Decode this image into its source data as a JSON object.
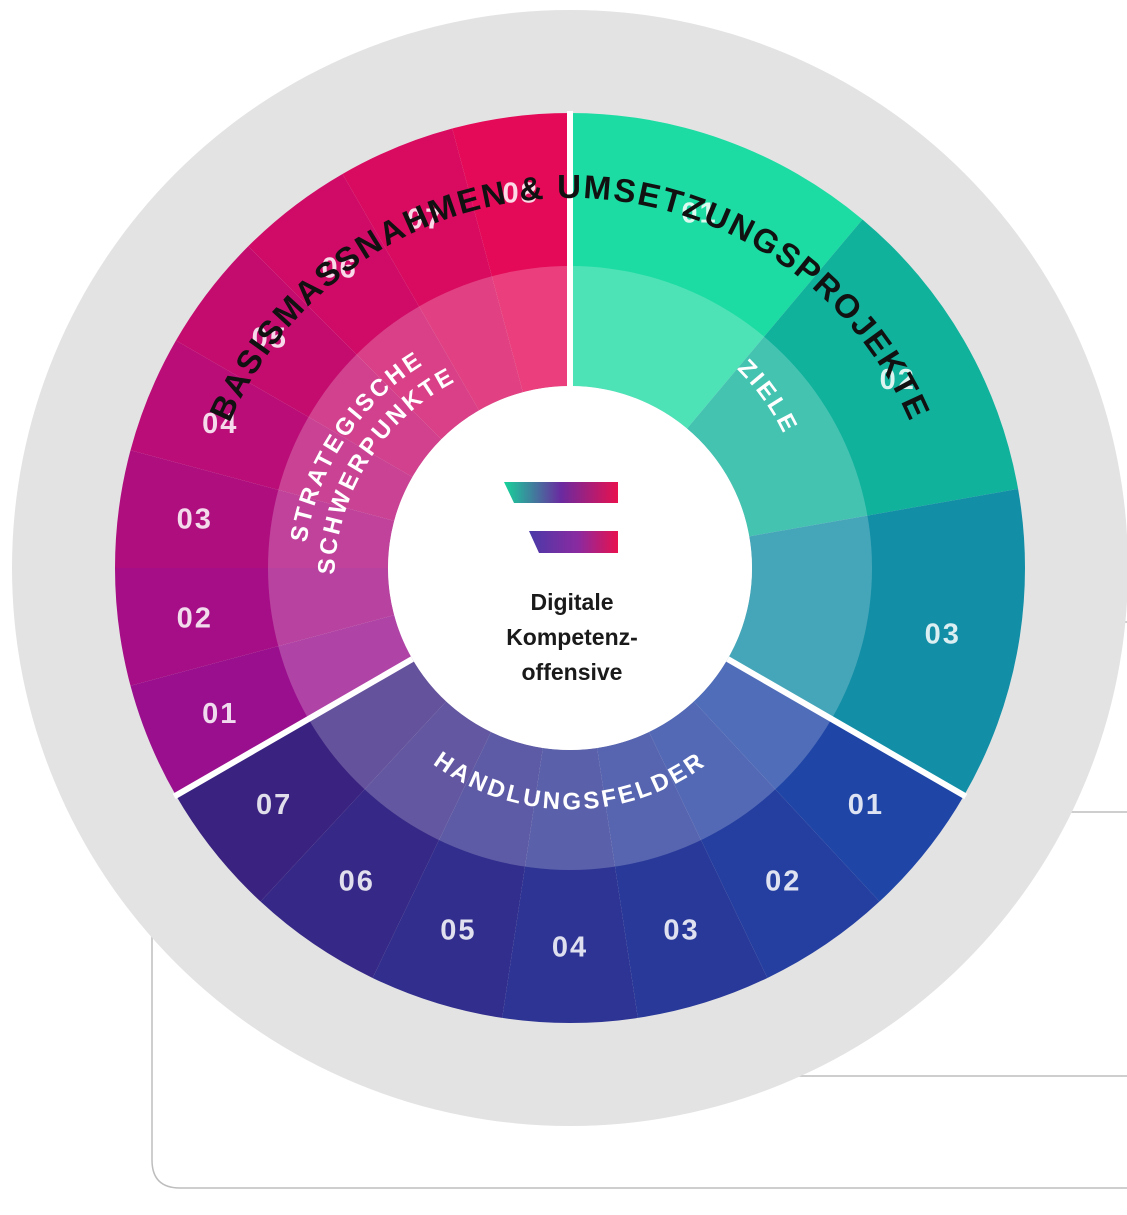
{
  "outer_ring_title": "BASISMASSNAHMEN & UMSETZUNGSPROJEKTE",
  "center": {
    "lines": [
      "Digitale",
      "Kompetenz-",
      "offensive"
    ]
  },
  "sections": {
    "strategische_schwerpunkte": {
      "label_line1": "STRATEGISCHE",
      "label_line2": "SCHWERPUNKTE",
      "items": [
        "01",
        "02",
        "03",
        "04",
        "05",
        "06",
        "07",
        "08"
      ],
      "color_start": "#9a0f8e",
      "color_end": "#e40a58"
    },
    "ziele": {
      "label": "ZIELE",
      "items": [
        "01",
        "02",
        "03"
      ],
      "colors": [
        "#1ddca3",
        "#10b29c",
        "#128ea6"
      ]
    },
    "handlungsfelder": {
      "label": "HANDLUNGSFELDER",
      "items": [
        "01",
        "02",
        "03",
        "04",
        "05",
        "06",
        "07"
      ],
      "color_start": "#1f45a6",
      "color_end": "#3a2280"
    }
  },
  "colors": {
    "outer_ring": "#e3e3e3",
    "divider": "#ffffff",
    "connector_line": "#bdbdbd",
    "logo_gradient": [
      "#16d39a",
      "#7a1e9a",
      "#e8114f"
    ]
  }
}
